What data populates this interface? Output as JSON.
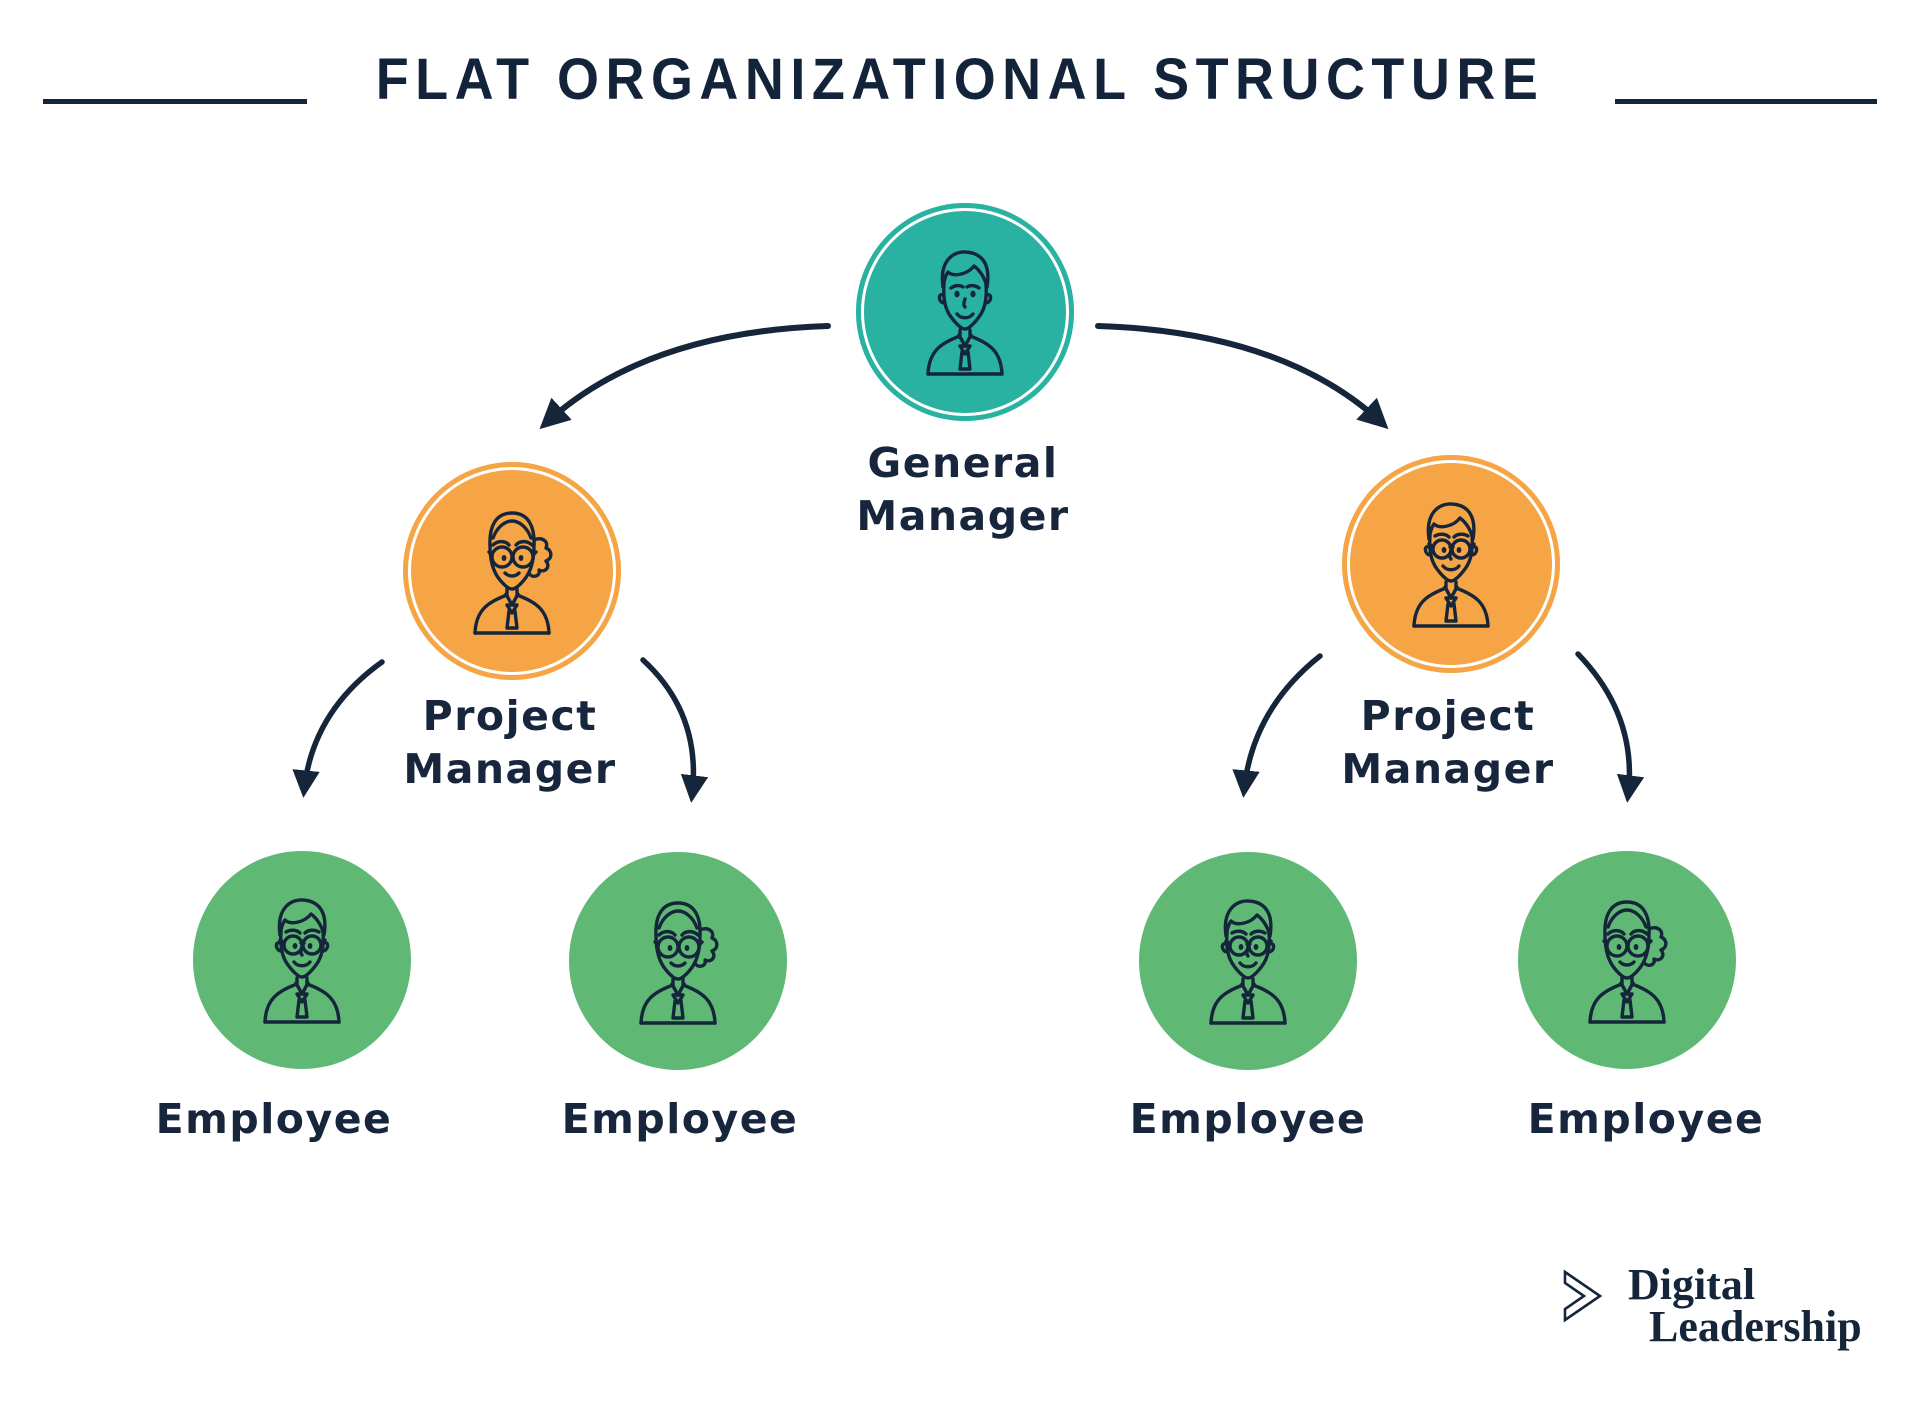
{
  "title": "FLAT ORGANIZATIONAL STRUCTURE",
  "colors": {
    "navy_ink": "#15263b",
    "teal": "#29b2a2",
    "orange": "#f5a545",
    "green": "#5fb975",
    "background": "#ffffff"
  },
  "nodes": {
    "general_manager": {
      "line1": "General",
      "line2": "Manager",
      "icon": "man-icon",
      "color": "#29b2a2"
    },
    "project_manager_left": {
      "line1": "Project",
      "line2": "Manager",
      "icon": "woman-glasses-icon",
      "color": "#f5a545"
    },
    "project_manager_right": {
      "line1": "Project",
      "line2": "Manager",
      "icon": "man-glasses-icon",
      "color": "#f5a545"
    },
    "employee_1": {
      "label": "Employee",
      "icon": "man-glasses-icon",
      "color": "#5fb975"
    },
    "employee_2": {
      "label": "Employee",
      "icon": "woman-glasses-icon",
      "color": "#5fb975"
    },
    "employee_3": {
      "label": "Employee",
      "icon": "man-glasses-icon",
      "color": "#5fb975"
    },
    "employee_4": {
      "label": "Employee",
      "icon": "woman-glasses-icon",
      "color": "#5fb975"
    }
  },
  "edges": [
    {
      "from": "general-manager",
      "to": "project-manager-left"
    },
    {
      "from": "general-manager",
      "to": "project-manager-right"
    },
    {
      "from": "project-manager-left",
      "to": "employee-1"
    },
    {
      "from": "project-manager-left",
      "to": "employee-2"
    },
    {
      "from": "project-manager-right",
      "to": "employee-3"
    },
    {
      "from": "project-manager-right",
      "to": "employee-4"
    }
  ],
  "logo": {
    "line1": "Digital",
    "line2": "Leadership",
    "icon": "chevron-right-icon"
  }
}
